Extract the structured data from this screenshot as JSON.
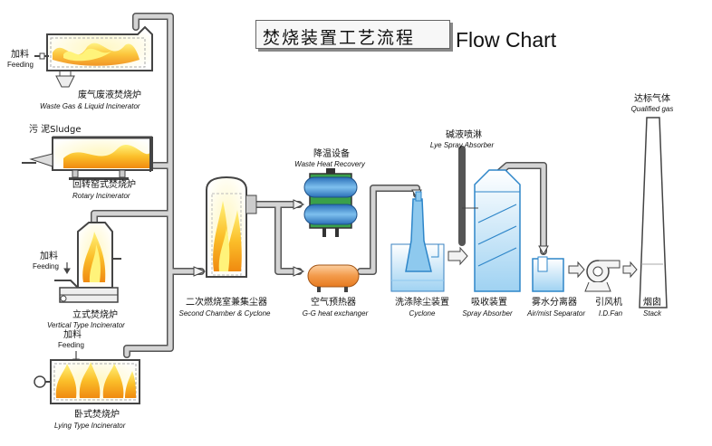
{
  "title": {
    "cn": "焚烧装置工艺流程",
    "en": "Flow Chart"
  },
  "colors": {
    "pipe": "#c8c8c8",
    "pipe_edge": "#555555",
    "flame_outer": "#f3a21b",
    "flame_inner": "#fff270",
    "glow": "#ffe9a0",
    "blue_fill": "#bfe2f7",
    "blue_dark": "#2e86c9",
    "hx_green": "#3aa04a",
    "heater_orange": "#f39a4a"
  },
  "labels": {
    "feeding_cn": "加料",
    "feeding_en": "Feeding",
    "sludge": "污 泥Sludge",
    "waste_cn": "废气废液焚烧炉",
    "waste_en": "Waste Gas & Liquid Incinerator",
    "rotary_cn": "回转窑式焚烧炉",
    "rotary_en": "Rotary Incinerator",
    "vert_feed_cn": "加料",
    "vert_feed_en": "Feeding",
    "vertical_cn": "立式焚烧炉",
    "vertical_en": "Vertical Type Incinerator",
    "lying_feed_cn": "加料",
    "lying_feed_en": "Feeding",
    "lying_cn": "卧式焚烧炉",
    "lying_en": "Lying Type Incinerator",
    "second_cn": "二次燃烧室兼集尘器",
    "second_en": "Second Chamber & Cyclone",
    "whr_cn": "降温设备",
    "whr_en": "Waste Heat Recovery",
    "gg_cn": "空气预热器",
    "gg_en": "G-G heat exchanger",
    "cyclone_cn": "洗涤除尘装置",
    "cyclone_en": "Cyclone",
    "lye_cn": "碱液喷淋",
    "lye_en": "Lye Spray Absorber",
    "spray_cn": "吸收装置",
    "spray_en": "Spray Absorber",
    "airmist_cn": "雾水分离器",
    "airmist_en": "Air/mist Separator",
    "fan_cn": "引风机",
    "fan_en": "I.D.Fan",
    "stack_cn": "烟囱",
    "stack_en": "Stack",
    "qual_cn": "达标气体",
    "qual_en": "Qualified gas"
  }
}
